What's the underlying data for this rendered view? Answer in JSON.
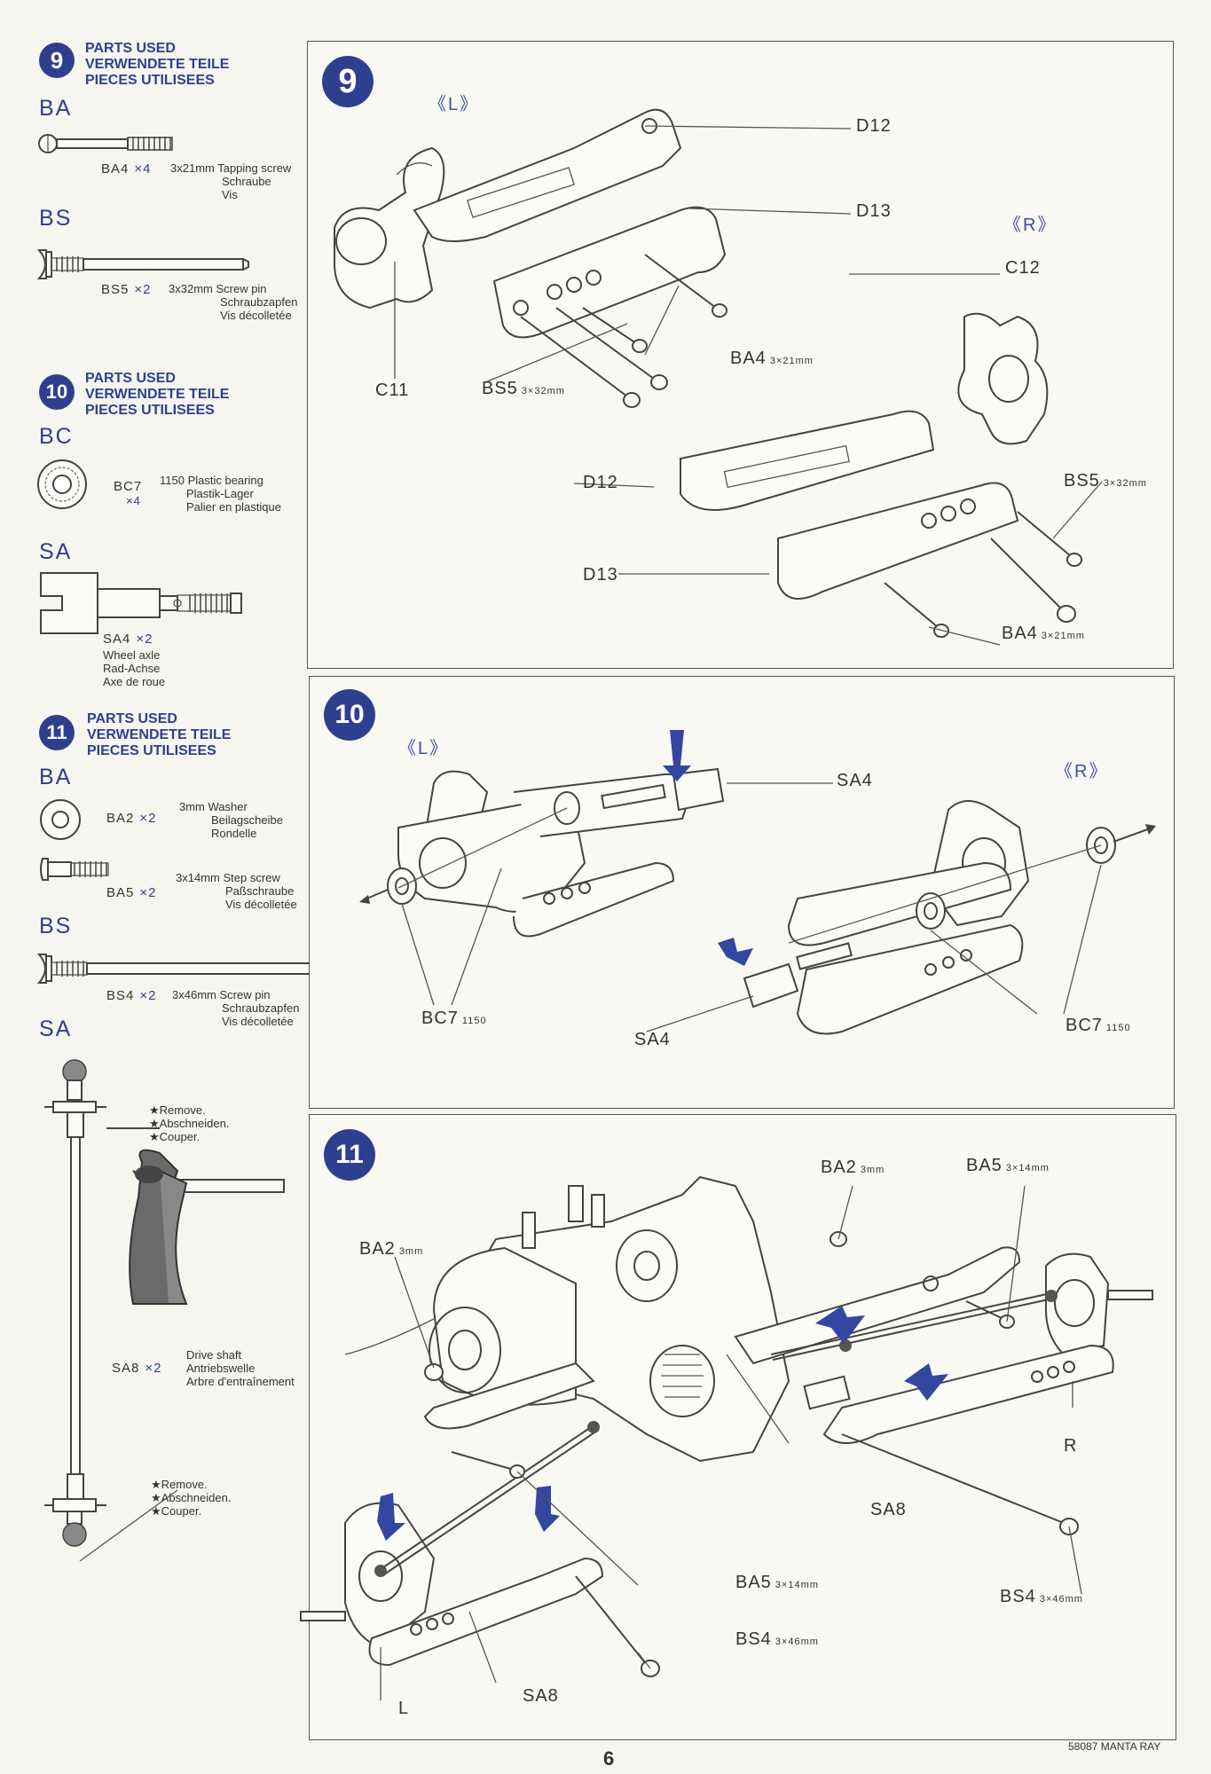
{
  "parts": {
    "s9": {
      "badge": "9",
      "head": [
        "PARTS USED",
        "VERWENDETE TEILE",
        "PIECES UTILISEES"
      ],
      "groups": [
        {
          "cat": "BA",
          "items": [
            {
              "code": "BA4",
              "qty": "×4",
              "desc": [
                "3x21mm Tapping screw",
                "Schraube",
                "Vis"
              ]
            }
          ]
        },
        {
          "cat": "BS",
          "items": [
            {
              "code": "BS5",
              "qty": "×2",
              "desc": [
                "3x32mm Screw pin",
                "Schraubzapfen",
                "Vis décolletée"
              ]
            }
          ]
        }
      ]
    },
    "s10": {
      "badge": "10",
      "head": [
        "PARTS USED",
        "VERWENDETE TEILE",
        "PIECES UTILISEES"
      ],
      "groups": [
        {
          "cat": "BC",
          "items": [
            {
              "code": "BC7",
              "qty": "×4",
              "desc": [
                "1150 Plastic bearing",
                "Plastik-Lager",
                "Palier en plastique"
              ]
            }
          ]
        },
        {
          "cat": "SA",
          "items": [
            {
              "code": "SA4",
              "qty": "×2",
              "desc": [
                "Wheel axle",
                "Rad-Achse",
                "Axe de roue"
              ]
            }
          ]
        }
      ]
    },
    "s11": {
      "badge": "11",
      "head": [
        "PARTS USED",
        "VERWENDETE TEILE",
        "PIECES UTILISEES"
      ],
      "groups": [
        {
          "cat": "BA",
          "items": [
            {
              "code": "BA2",
              "qty": "×2",
              "desc": [
                "3mm Washer",
                "Beilagscheibe",
                "Rondelle"
              ]
            },
            {
              "code": "BA5",
              "qty": "×2",
              "desc": [
                "3x14mm Step screw",
                "Paßschraube",
                "Vis décolletée"
              ]
            }
          ]
        },
        {
          "cat": "BS",
          "items": [
            {
              "code": "BS4",
              "qty": "×2",
              "desc": [
                "3x46mm Screw pin",
                "Schraubzapfen",
                "Vis décolletée"
              ]
            }
          ]
        },
        {
          "cat": "SA",
          "items": [
            {
              "code": "SA8",
              "qty": "×2",
              "desc": [
                "Drive shaft",
                "Antriebswelle",
                "Arbre d'entraînement"
              ]
            }
          ]
        }
      ],
      "notes": [
        "★Remove.",
        "★Abschneiden.",
        "★Couper."
      ]
    }
  },
  "step9": {
    "badge": "9",
    "left": "《L》",
    "right": "《R》",
    "labels": {
      "d12a": "D12",
      "d13a": "D13",
      "c12": "C12",
      "ba4a": "BA4",
      "ba4a_s": "3×21mm",
      "c11": "C11",
      "bs5a": "BS5",
      "bs5a_s": "3×32mm",
      "d12b": "D12",
      "bs5b": "BS5",
      "bs5b_s": "3×32mm",
      "d13b": "D13",
      "ba4b": "BA4",
      "ba4b_s": "3×21mm"
    }
  },
  "step10": {
    "badge": "10",
    "left": "《L》",
    "right": "《R》",
    "labels": {
      "sa4a": "SA4",
      "bc7a": "BC7",
      "bc7a_s": "1150",
      "sa4b": "SA4",
      "bc7b": "BC7",
      "bc7b_s": "1150"
    }
  },
  "step11": {
    "badge": "11",
    "labels": {
      "ba2a": "BA2",
      "ba2a_s": "3mm",
      "ba5a": "BA5",
      "ba5a_s": "3×14mm",
      "ba2b": "BA2",
      "ba2b_s": "3mm",
      "r": "R",
      "sa8a": "SA8",
      "bs4a": "BS4",
      "bs4a_s": "3×46mm",
      "ba5b": "BA5",
      "ba5b_s": "3×14mm",
      "bs4b": "BS4",
      "bs4b_s": "3×46mm",
      "l": "L",
      "sa8b": "SA8"
    }
  },
  "footer": {
    "model": "58087 MANTA RAY",
    "page": "6"
  }
}
